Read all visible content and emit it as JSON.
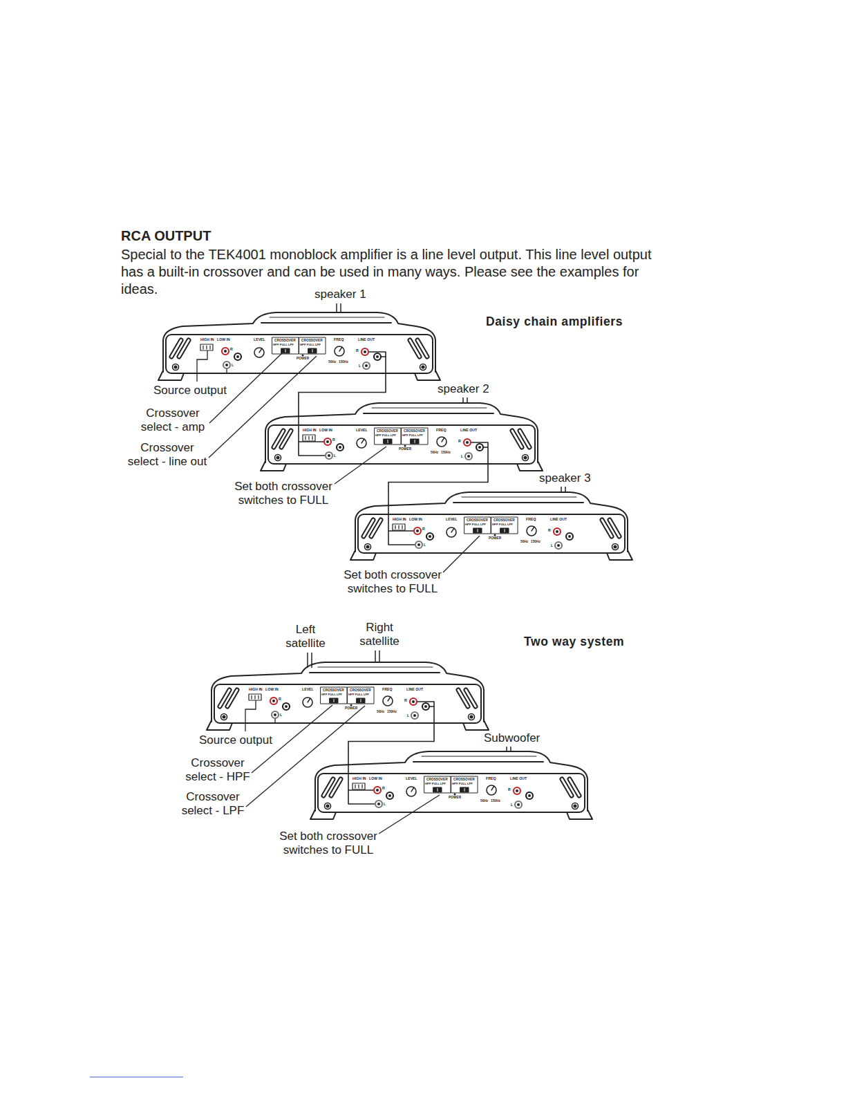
{
  "diagram": {
    "title": "RCA OUTPUT",
    "nodes": [
      {
        "text": [
          "HIGH IN",
          "LOW IN",
          "R",
          "L",
          "LEVEL",
          "CROSSOVER",
          "HPF FULL LPF",
          "CROSSOVER",
          "HPF FULL LPF",
          "POWER",
          "FREQ",
          "50Hz",
          "150Hz",
          "LINE OUT",
          "R",
          "L"
        ]
      },
      {
        "text": [
          "HIGH IN",
          "LOW IN",
          "R",
          "L",
          "LEVEL",
          "CROSSOVER",
          "HPF FULL LPF",
          "CROSSOVER",
          "HPF FULL LPF",
          "POWER",
          "FREQ",
          "50Hz",
          "150Hz",
          "LINE OUT",
          "R",
          "L"
        ]
      },
      {
        "text": [
          "HIGH IN",
          "LOW IN",
          "R",
          "L",
          "LEVEL",
          "CROSSOVER",
          "HPF FULL LPF",
          "CROSSOVER",
          "HPF FULL LPF",
          "POWER",
          "FREQ",
          "50Hz",
          "150Hz",
          "LINE OUT",
          "R",
          "L"
        ]
      },
      {
        "text": [
          "HIGH IN",
          "LOW IN",
          "R",
          "L",
          "LEVEL",
          "CROSSOVER",
          "HPF FULL LPF",
          "CROSSOVER",
          "HPF FULL LPF",
          "POWER",
          "FREQ",
          "50Hz",
          "150Hz",
          "LINE OUT",
          "R",
          "L"
        ]
      },
      {
        "text": [
          "HIGH IN",
          "LOW IN",
          "R",
          "L",
          "LEVEL",
          "CROSSOVER",
          "HPF FULL LPF",
          "CROSSOVER",
          "HPF FULL LPF",
          "POWER",
          "FREQ",
          "50Hz",
          "150Hz",
          "LINE OUT",
          "R",
          "L"
        ]
      }
    ],
    "edges": [
      {
        "from": 0,
        "to": 1,
        "arrow": "none"
      },
      {
        "from": 1,
        "to": 2,
        "arrow": "none"
      },
      {
        "from": 3,
        "to": 4,
        "arrow": "none"
      }
    ],
    "labels": [
      "Special to the TEK4001 monoblock amplifier is a line level output. This line level output has a built-in crossover and can be used in many ways. Please see the examples for ideas.",
      "speaker 1",
      "Daisy chain amplifiers",
      "Source output",
      "Crossover select - amp",
      "Crossover select - line out",
      "speaker 2",
      "Set both crossover switches to FULL",
      "speaker 3",
      "Set both crossover switches to FULL",
      "Left satellite",
      "Right satellite",
      "Two way system",
      "Source output",
      "Subwoofer",
      "Crossover select - HPF",
      "Crossover select - LPF",
      "Set both crossover switches to FULL"
    ]
  }
}
